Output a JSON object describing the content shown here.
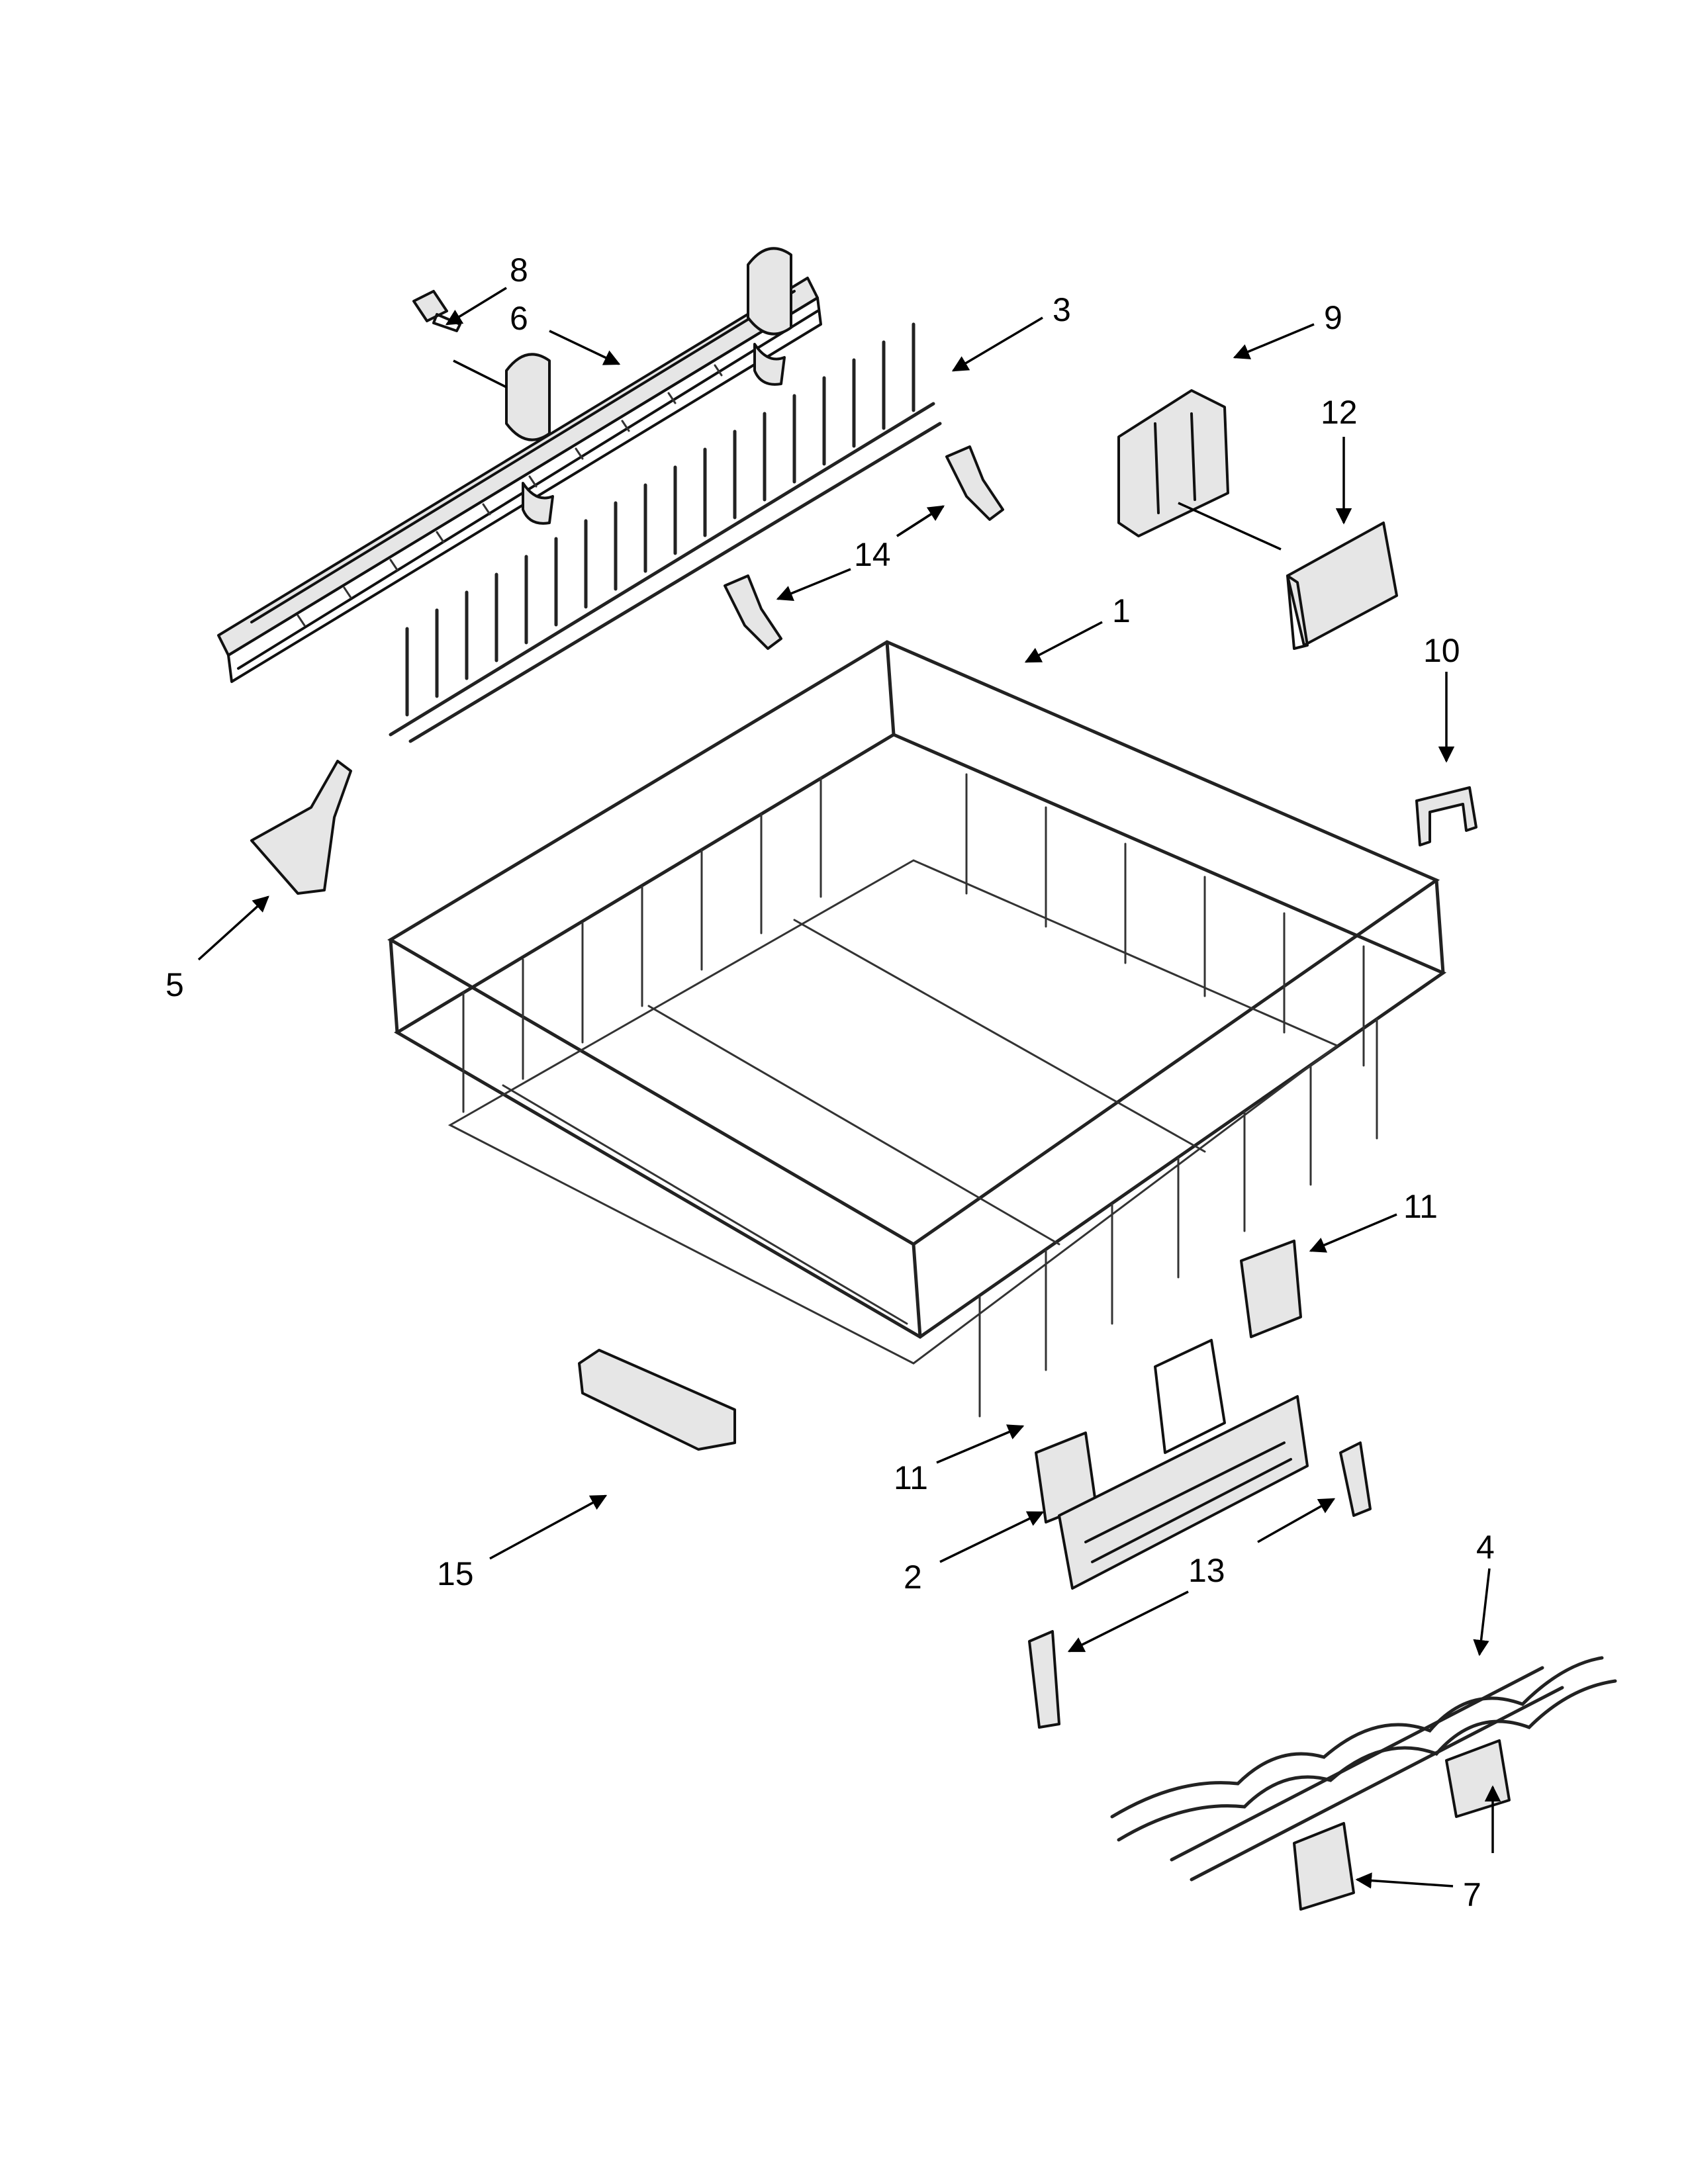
{
  "callouts": [
    {
      "id": "1",
      "text": "1"
    },
    {
      "id": "2",
      "text": "2"
    },
    {
      "id": "3",
      "text": "3"
    },
    {
      "id": "4",
      "text": "4"
    },
    {
      "id": "5",
      "text": "5"
    },
    {
      "id": "6",
      "text": "6"
    },
    {
      "id": "7",
      "text": "7"
    },
    {
      "id": "8",
      "text": "8"
    },
    {
      "id": "9",
      "text": "9"
    },
    {
      "id": "10",
      "text": "10"
    },
    {
      "id": "11a",
      "text": "11"
    },
    {
      "id": "11b",
      "text": "11"
    },
    {
      "id": "12",
      "text": "12"
    },
    {
      "id": "13",
      "text": "13"
    },
    {
      "id": "14",
      "text": "14"
    },
    {
      "id": "15",
      "text": "15"
    }
  ],
  "colors": {
    "ink": "#000000",
    "part_fill": "#e6e6e6",
    "background": "#ffffff"
  }
}
